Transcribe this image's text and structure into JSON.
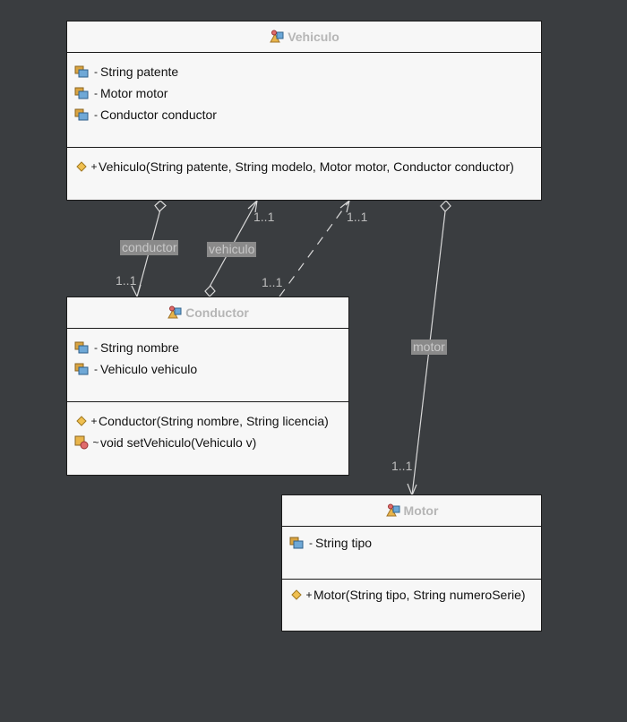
{
  "diagram": {
    "classes": {
      "vehiculo": {
        "name": "Vehiculo",
        "attributes": [
          {
            "visibility": "-",
            "text": "String patente"
          },
          {
            "visibility": "-",
            "text": "Motor motor"
          },
          {
            "visibility": "-",
            "text": "Conductor conductor"
          }
        ],
        "operations": [
          {
            "visibility": "+",
            "text": "Vehiculo(String patente, String modelo, Motor motor, Conductor conductor)"
          }
        ]
      },
      "conductor": {
        "name": "Conductor",
        "attributes": [
          {
            "visibility": "-",
            "text": "String nombre"
          },
          {
            "visibility": "-",
            "text": "Vehiculo vehiculo"
          }
        ],
        "operations": [
          {
            "visibility": "+",
            "text": "Conductor(String nombre, String licencia)"
          },
          {
            "visibility": "~",
            "text": "void setVehiculo(Vehiculo v)"
          }
        ]
      },
      "motor": {
        "name": "Motor",
        "attributes": [
          {
            "visibility": "-",
            "text": "String tipo"
          }
        ],
        "operations": [
          {
            "visibility": "+",
            "text": "Motor(String tipo, String numeroSerie)"
          }
        ]
      }
    },
    "associations": {
      "vehiculo_conductor": {
        "label": "conductor",
        "multiplicity": "1..1"
      },
      "conductor_vehiculo": {
        "label": "vehiculo",
        "multiplicity": "1..1"
      },
      "dependency": {
        "source_multiplicity": "1..1",
        "target_multiplicity": "1..1"
      },
      "vehiculo_motor": {
        "label": "motor",
        "multiplicity": "1..1"
      }
    },
    "colors": {
      "background": "#3a3d40",
      "class_fill": "#f7f7f7",
      "class_border": "#1a1a1a",
      "class_name": "#b6b6b6",
      "edge": "#d9d9d9",
      "label_bg": "#8a8a8a"
    }
  }
}
